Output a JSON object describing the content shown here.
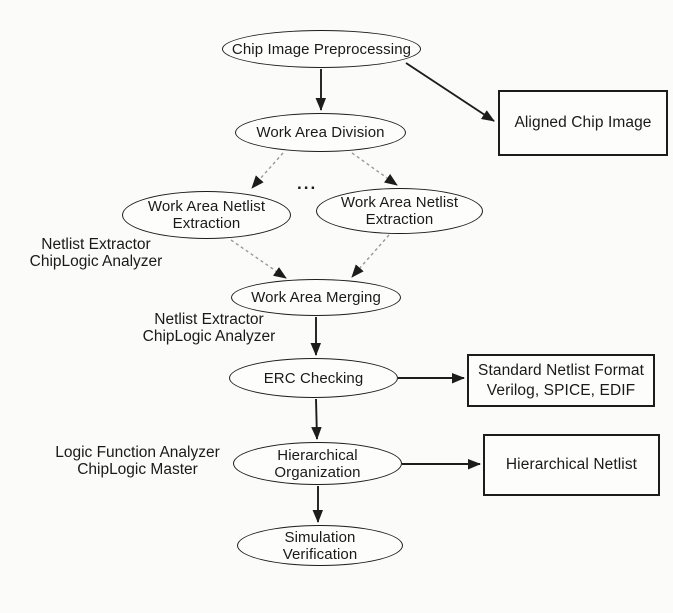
{
  "colors": {
    "background": "#fbfbfa",
    "node_fill": "#fdfdfc",
    "line": "#1c1c1c",
    "dashed_line": "#999999",
    "text": "#1a1a1a"
  },
  "nodes": {
    "chip_image_preprocessing": {
      "label": "Chip Image Preprocessing"
    },
    "work_area_division": {
      "label": "Work Area Division"
    },
    "work_area_netlist_extraction_1": {
      "line1": "Work Area Netlist",
      "line2": "Extraction"
    },
    "work_area_netlist_extraction_2": {
      "line1": "Work Area Netlist",
      "line2": "Extraction"
    },
    "work_area_merging": {
      "label": "Work Area Merging"
    },
    "erc_checking": {
      "label": "ERC Checking"
    },
    "hierarchical_organization": {
      "line1": "Hierarchical",
      "line2": "Organization"
    },
    "simulation_verification": {
      "line1": "Simulation",
      "line2": "Verification"
    }
  },
  "outputs": {
    "aligned_chip_image": {
      "label": "Aligned Chip Image"
    },
    "standard_netlist_format": {
      "line1": "Standard Netlist Format",
      "line2": "Verilog, SPICE, EDIF"
    },
    "hierarchical_netlist": {
      "label": "Hierarchical Netlist"
    }
  },
  "annotations": {
    "netlist_extractor_1": {
      "line1": "Netlist Extractor",
      "line2": "ChipLogic Analyzer"
    },
    "netlist_extractor_2": {
      "line1": "Netlist Extractor",
      "line2": "ChipLogic Analyzer"
    },
    "logic_function_analyzer": {
      "line1": "Logic Function Analyzer",
      "line2": "ChipLogic Master"
    },
    "ellipsis": "..."
  }
}
